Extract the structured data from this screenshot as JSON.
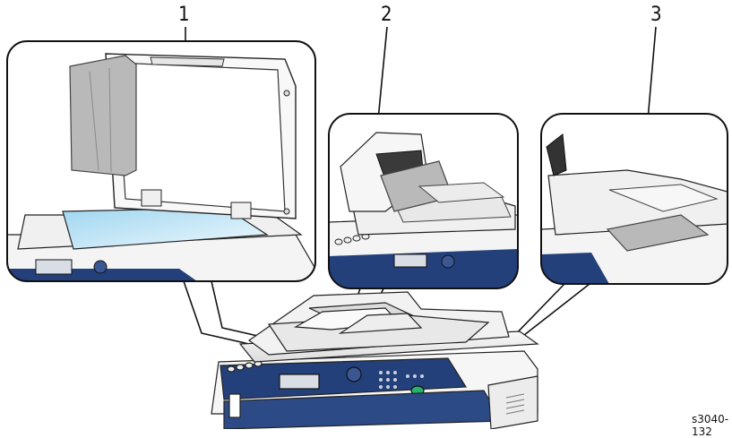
{
  "callouts": {
    "c1": "1",
    "c2": "2",
    "c3": "3"
  },
  "figure_id": "s3040-132",
  "colors": {
    "panel_blue": "#24407a",
    "glass": "#bfe4f5",
    "outline": "#111111",
    "body_light": "#f4f4f4",
    "paper": "#e9e9e9",
    "jam_paper": "#b9b9b9",
    "start_button": "#27b36b"
  }
}
